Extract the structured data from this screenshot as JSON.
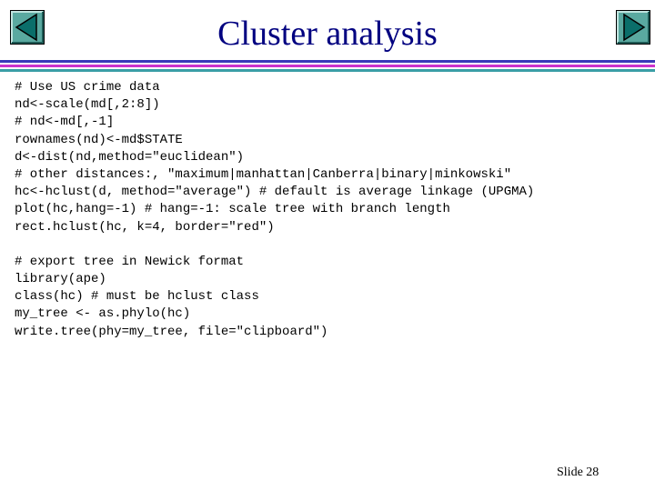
{
  "slide": {
    "title": "Cluster analysis",
    "number_label": "Slide 28"
  },
  "nav": {
    "prev_icon": "triangle-left-icon",
    "next_icon": "triangle-right-icon",
    "button_fill": "#0a6e6a",
    "button_bg": "#4a9c94"
  },
  "code": {
    "lines": [
      "# Use US crime data",
      "nd<-scale(md[,2:8])",
      "# nd<-md[,-1]",
      "rownames(nd)<-md$STATE",
      "d<-dist(nd,method=\"euclidean\")",
      "# other distances:, \"maximum|manhattan|Canberra|binary|minkowski\"",
      "hc<-hclust(d, method=\"average\") # default is average linkage (UPGMA)",
      "plot(hc,hang=-1) # hang=-1: scale tree with branch length",
      "rect.hclust(hc, k=4, border=\"red\")",
      "",
      "# export tree in Newick format",
      "library(ape)",
      "class(hc) # must be hclust class",
      "my_tree <- as.phylo(hc)",
      "write.tree(phy=my_tree, file=\"clipboard\")"
    ]
  }
}
